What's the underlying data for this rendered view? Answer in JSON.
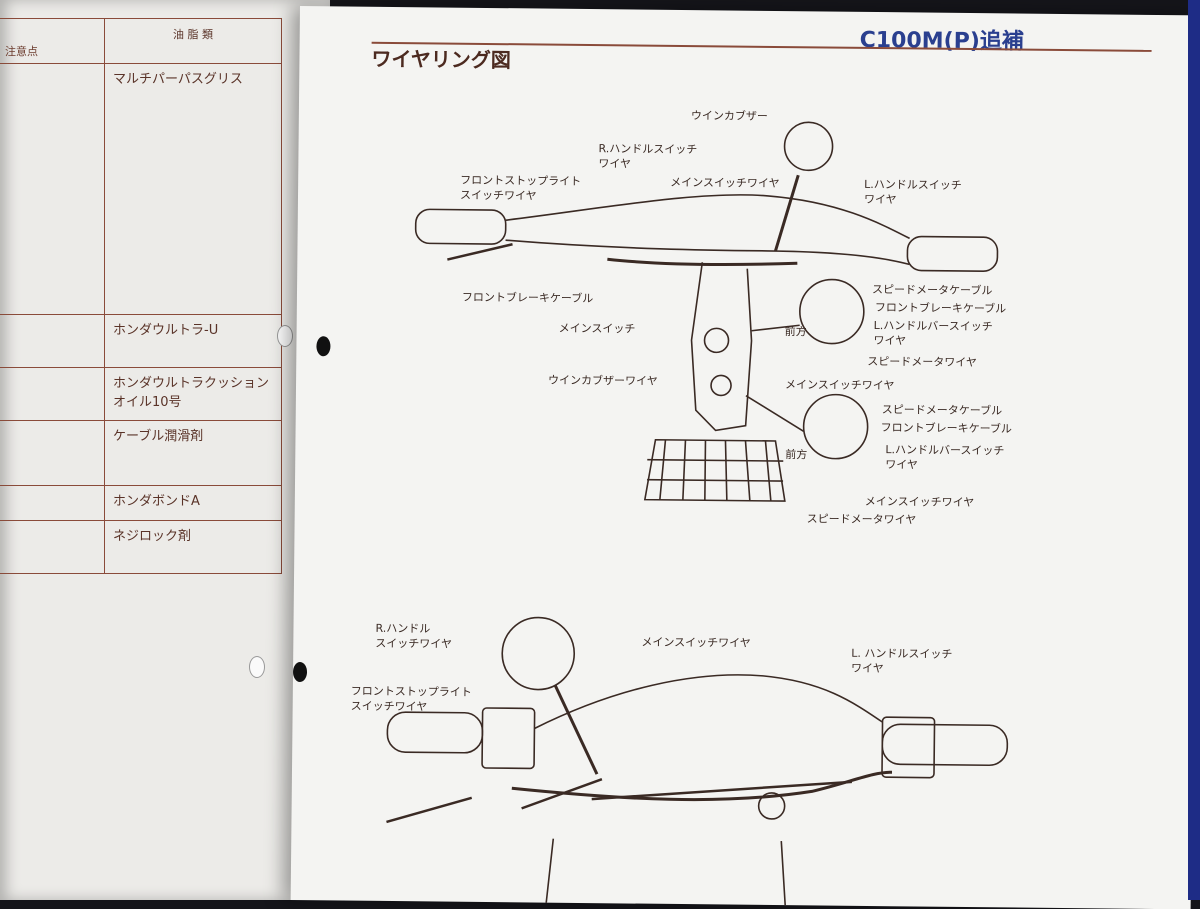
{
  "left_page": {
    "table": {
      "header": {
        "col_a": "注意点",
        "col_b": "油 脂 類"
      },
      "rows": [
        {
          "a": "",
          "b": "マルチパーパスグリス"
        },
        {
          "a": "",
          "b": "ホンダウルトラ-U"
        },
        {
          "a": "",
          "b": "ホンダウルトラクッション オイル10号"
        },
        {
          "a": "",
          "b": "ケーブル潤滑剤"
        },
        {
          "a": "",
          "b": "ホンダボンドA"
        },
        {
          "a": "",
          "b": "ネジロック剤"
        }
      ]
    }
  },
  "right_page": {
    "model": "C100M(P)追補",
    "section_title": "ワイヤリング図",
    "top_diagram": {
      "labels": {
        "winker_buzzer": "ウインカブザー",
        "r_handle_switch": "R.ハンドルスイッチ\nワイヤ",
        "front_stop_switch": "フロントストップライト\nスイッチワイヤ",
        "main_switch_wire": "メインスイッチワイヤ",
        "l_handle_switch": "L.ハンドルスイッチ\nワイヤ",
        "front_brake_cable": "フロントブレーキケーブル",
        "main_switch": "メインスイッチ",
        "winker_buzzer_wire": "ウインカブザーワイヤ",
        "detail1_speed_cable": "スピードメータケーブル",
        "detail1_brake_cable": "フロントブレーキケーブル",
        "detail1_l_handlebar": "L.ハンドルバースイッチ\nワイヤ",
        "detail1_forward": "前方",
        "detail1_speed_wire": "スピードメータワイヤ",
        "detail1_main_wire": "メインスイッチワイヤ",
        "detail2_speed_cable": "スピードメータケーブル",
        "detail2_brake_cable": "フロントブレーキケーブル",
        "detail2_l_handlebar": "L.ハンドルバースイッチ\nワイヤ",
        "detail2_forward": "前方",
        "detail2_main_wire": "メインスイッチワイヤ",
        "detail2_speed_wire": "スピードメータワイヤ"
      }
    },
    "bottom_diagram": {
      "labels": {
        "r_handle_switch": "R.ハンドル\nスイッチワイヤ",
        "main_switch_wire": "メインスイッチワイヤ",
        "l_handle_switch": "L. ハンドルスイッチ\nワイヤ",
        "front_stop_switch": "フロントストップライト\nスイッチワイヤ"
      }
    }
  }
}
